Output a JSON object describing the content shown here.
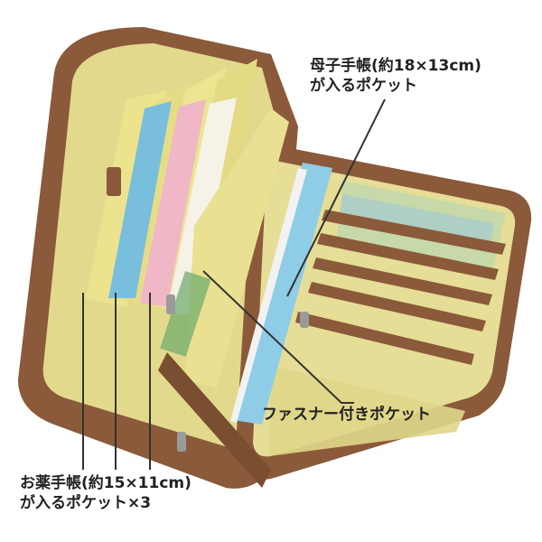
{
  "annotations": {
    "boshi_pocket": {
      "line1": "母子手帳(約18×13cm)",
      "line2": "が入るポケット"
    },
    "zipper_pocket": {
      "line1": "ファスナー付きポケット"
    },
    "medicine_pocket": {
      "line1": "お薬手帳(約15×11cm)",
      "line2": "が入るポケット×3"
    }
  },
  "colors": {
    "case_brown": "#8a5a3a",
    "lining_yellow": "#e8df9a",
    "label_text": "#222222",
    "pointer_line": "#333333"
  }
}
